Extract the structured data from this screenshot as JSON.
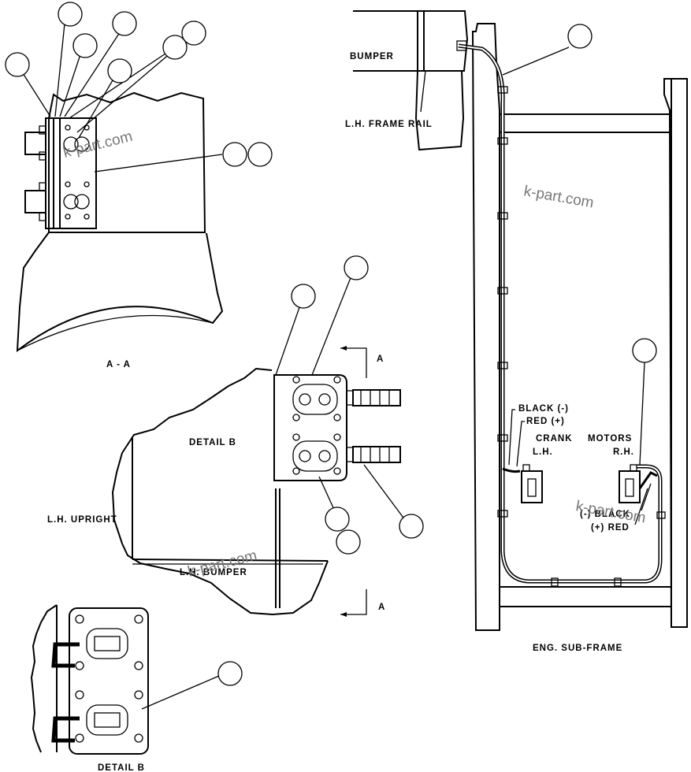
{
  "labels": {
    "section": "A - A",
    "detail_b_top": "DETAIL B",
    "lh_upright": "L.H. UPRIGHT",
    "lh_bumper": "L.H. BUMPER",
    "detail_b_bottom": "DETAIL B",
    "bumper": "BUMPER",
    "lh_frame_rail": "L.H. FRAME RAIL",
    "eng_sub_frame": "ENG. SUB-FRAME",
    "black_neg": "BLACK (-)",
    "red_pos": "RED (+)",
    "crank": "CRANK",
    "motors": "MOTORS",
    "lh": "L.H.",
    "rh": "R.H.",
    "black_rh": "(-) BLACK",
    "red_rh": "(+) RED",
    "arrow_a_top": "A",
    "arrow_a_bottom": "A"
  },
  "watermarks": [
    "k-part.com",
    "k-part.com",
    "k-part.com",
    "k-part.com"
  ]
}
